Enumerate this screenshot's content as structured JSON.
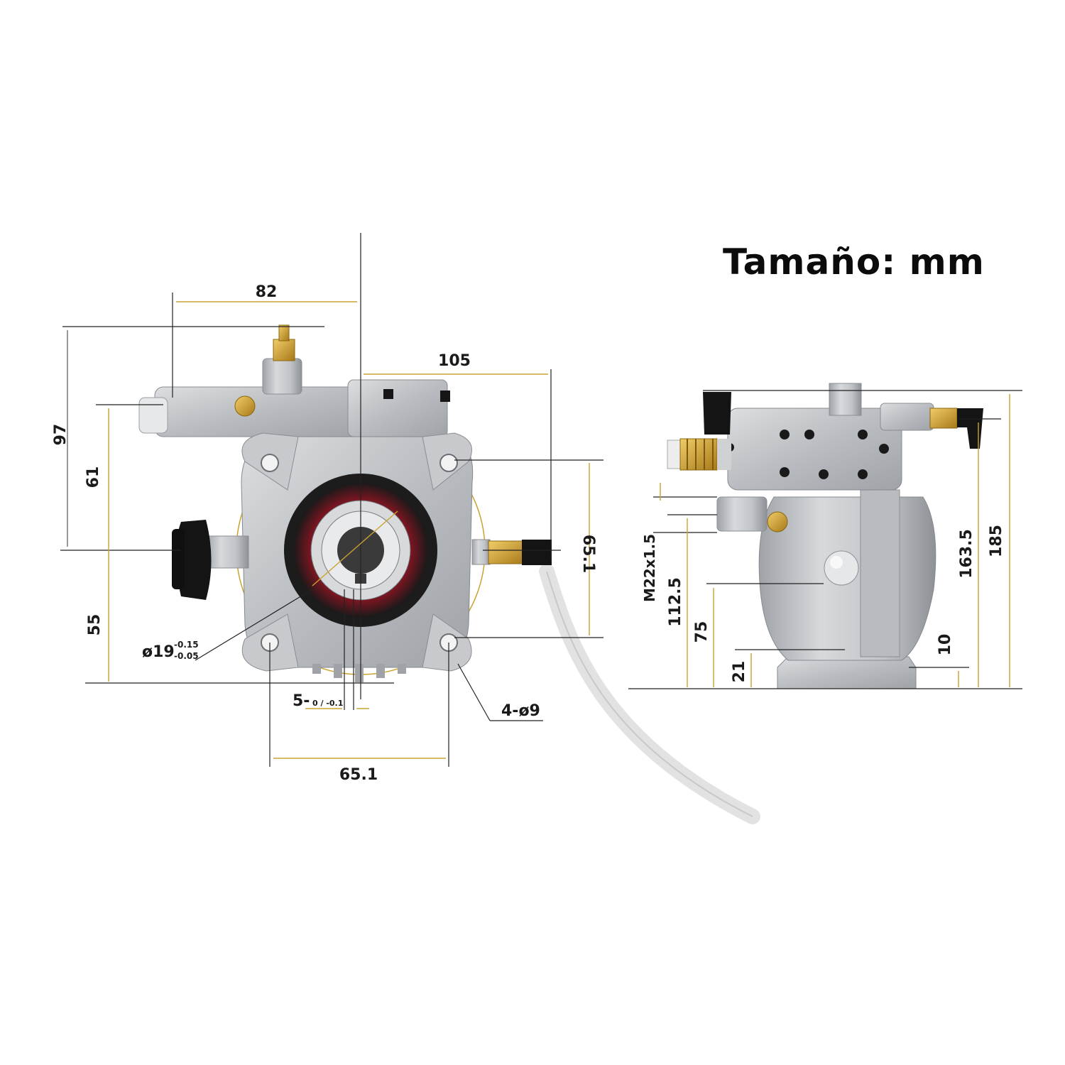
{
  "title": "Tamaño: mm",
  "front_view": {
    "dim_width_top": "82",
    "dim_width_right": "105",
    "dim_height_total": "97",
    "dim_height_upper": "61",
    "dim_height_lower": "55",
    "dim_flange_vertical": "65.1",
    "dim_flange_horizontal": "65.1",
    "shaft_diameter": "ø19",
    "shaft_tol_upper": "-0.15",
    "shaft_tol_lower": "-0.05",
    "key_width": "5-",
    "key_tol": "0 / -0.1",
    "mount_holes": "4-ø9"
  },
  "side_view": {
    "dim_total_height": "185",
    "dim_outlet_height": "163.5",
    "dim_thread": "M22x1.5",
    "dim_inlet_height": "112.5",
    "dim_mid_height": "75",
    "dim_base_height": "21",
    "dim_base_plate": "10"
  },
  "colors": {
    "line": "#222222",
    "dim_line": "#c9a332",
    "aluminum": "#c4c6c9",
    "brass": "#c99a2e",
    "seal_red": "#7a1520",
    "black_part": "#161616"
  }
}
